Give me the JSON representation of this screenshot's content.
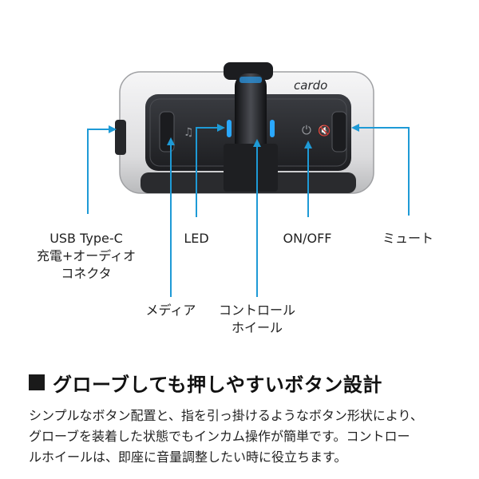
{
  "device": {
    "brand_logo": "cardo",
    "accent_color": "#1e9ad6",
    "led_color": "#2aa8ff",
    "body_color": "#e9e9ea",
    "panel_color": "#2b2d31"
  },
  "callouts": {
    "usb": "USB Type-C\n充電+オーディオ\nコネクタ",
    "led": "LED",
    "media": "メディア",
    "wheel": "コントロール\nホイール",
    "onoff": "ON/OFF",
    "mute": "ミュート"
  },
  "icons": {
    "power": "power-icon",
    "mute": "mute-icon",
    "media": "media-icon"
  },
  "section": {
    "heading": "グローブしても押しやすいボタン設計",
    "body": "シンプルなボタン配置と、指を引っ掛けるようなボタン形状により、\nグローブを装着した状態でもインカム操作が簡単です。コントロー\nルホイールは、即座に音量調整したい時に役立ちます。"
  }
}
